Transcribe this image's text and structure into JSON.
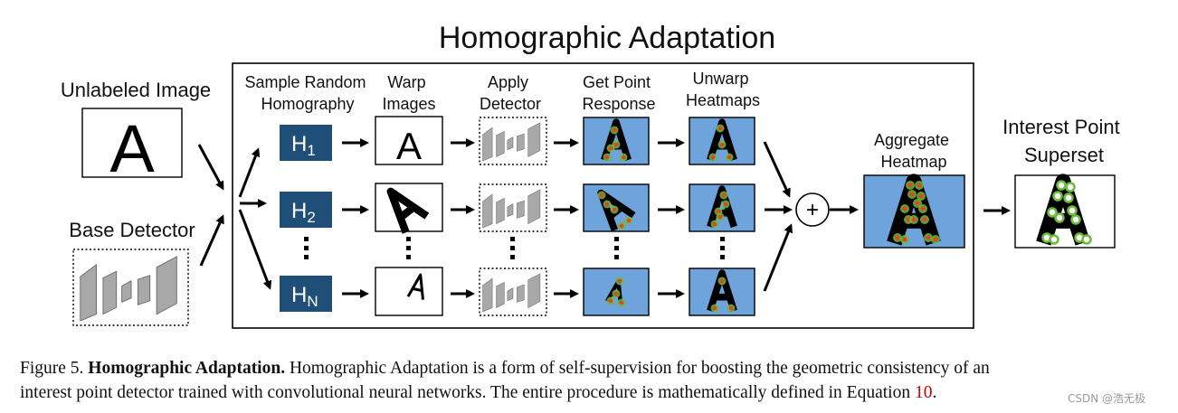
{
  "title": "Homographic Adaptation",
  "inputs": {
    "image_label": "Unlabeled Image",
    "image_glyph": "A",
    "detector_label": "Base Detector"
  },
  "steps": {
    "sample": [
      "Sample Random",
      "Homography"
    ],
    "warp": [
      "Warp",
      "Images"
    ],
    "apply": [
      "Apply",
      "Detector"
    ],
    "response": [
      "Get Point",
      "Response"
    ],
    "unwarp": [
      "Unwarp",
      "Heatmaps"
    ]
  },
  "homographies": [
    {
      "base": "H",
      "sub": "1"
    },
    {
      "base": "H",
      "sub": "2"
    },
    {
      "base": "H",
      "sub": "N"
    }
  ],
  "warped_glyph": "A",
  "aggregate": {
    "label": [
      "Aggregate",
      "Heatmap"
    ],
    "operator": "+"
  },
  "output": {
    "label": [
      "Interest Point",
      "Superset"
    ]
  },
  "caption": {
    "figure_no": "Figure 5.",
    "bold_title": "Homographic Adaptation.",
    "text_1": "Homographic Adaptation is a form of self-supervision for boosting the geometric consistency of an",
    "text_2": "interest point detector trained with convolutional neural networks. The entire procedure is mathematically defined in Equation",
    "ref": "10",
    "period": "."
  },
  "watermark": "CSDN @浩无极",
  "colors": {
    "homography_box": "#1f4e79",
    "heatmap_bg": "#6fa3dc",
    "detector_gray": "#a8a8a8",
    "keypoint_green": "#6dbb3a",
    "keypoint_red": "#e0452b",
    "ref_red": "#d00000"
  },
  "icons": [
    "arrow-icon",
    "ellipsis-icon",
    "plus-circle-icon",
    "keypoint-icon"
  ]
}
